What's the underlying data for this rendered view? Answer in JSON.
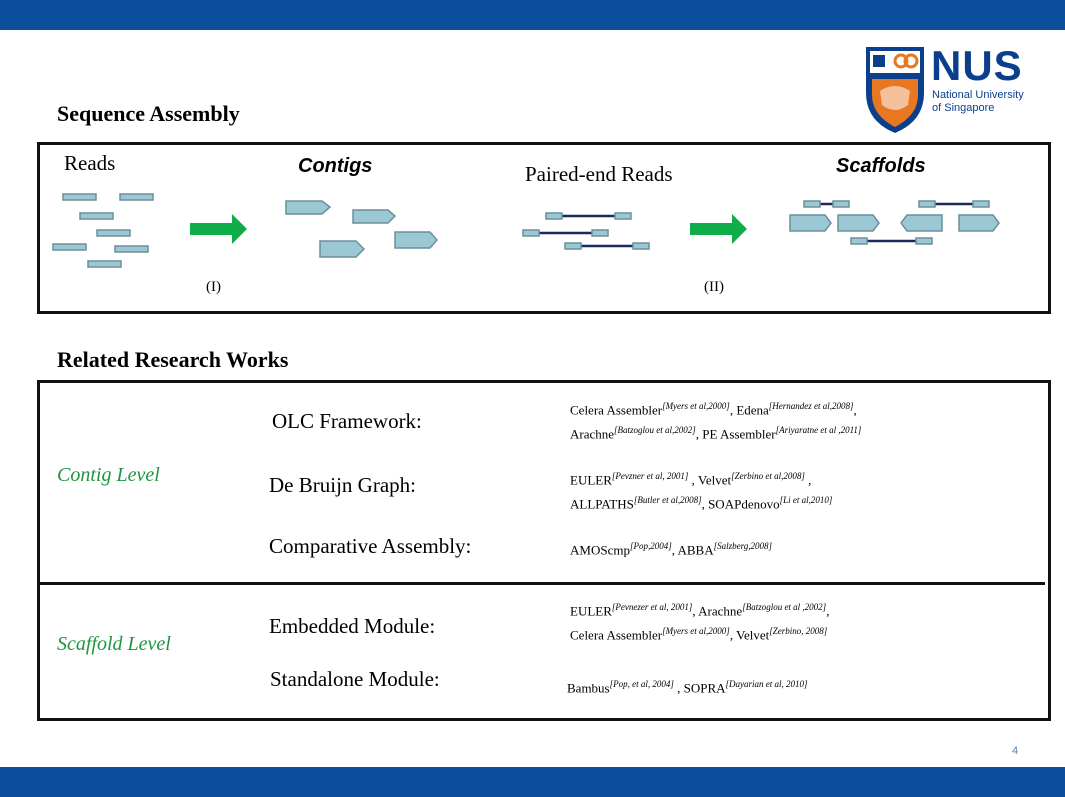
{
  "header": {
    "title": "Sequence Assembly"
  },
  "logo": {
    "name": "NUS",
    "subtitle_line1": "National University",
    "subtitle_line2": "of Singapore"
  },
  "diagram": {
    "reads_label": "Reads",
    "contigs_label": "Contigs",
    "paired_label": "Paired-end Reads",
    "scaffolds_label": "Scaffolds",
    "step1": "(I)",
    "step2": "(II)"
  },
  "related": {
    "title": "Related Research Works",
    "contig_level": "Contig Level",
    "scaffold_level": "Scaffold Level",
    "rows": [
      {
        "method": "OLC Framework:",
        "line1": [
          {
            "t": "Celera Assembler"
          },
          {
            "sup": "[Myers et al,2000]"
          },
          {
            "t": ", Edena"
          },
          {
            "sup": "[Hernandez et al,2008]"
          },
          {
            "t": ","
          }
        ],
        "line2": [
          {
            "t": "Arachne"
          },
          {
            "sup": "[Batzoglou et al,2002]"
          },
          {
            "t": ", PE Assembler"
          },
          {
            "sup": "[Ariyaratne et al ,2011]"
          }
        ]
      },
      {
        "method": "De Bruijn Graph:",
        "line1": [
          {
            "t": "EULER"
          },
          {
            "sup": "[Pevzner et al, 2001]"
          },
          {
            "t": " , Velvet"
          },
          {
            "sup": "[Zerbino et al,2008]"
          },
          {
            "t": " ,"
          }
        ],
        "line2": [
          {
            "t": "ALLPATHS"
          },
          {
            "sup": "[Butler et al,2008]"
          },
          {
            "t": ", SOAPdenovo"
          },
          {
            "sup": "[Li et al,2010]"
          }
        ]
      },
      {
        "method": "Comparative Assembly:",
        "line1": [
          {
            "t": "AMOScmp"
          },
          {
            "sup": "[Pop,2004]"
          },
          {
            "t": ", ABBA"
          },
          {
            "sup": "[Salzberg,2008]"
          }
        ],
        "line2": []
      },
      {
        "method": "Embedded Module:",
        "line1": [
          {
            "t": "EULER"
          },
          {
            "sup": "[Pevnezer et al, 2001]"
          },
          {
            "t": ", Arachne"
          },
          {
            "sup": "[Batzoglou et al ,2002]"
          },
          {
            "t": ","
          }
        ],
        "line2": [
          {
            "t": "Celera Assembler"
          },
          {
            "sup": "[Myers et al,2000]"
          },
          {
            "t": ", Velvet"
          },
          {
            "sup": "[Zerbino, 2008]"
          }
        ]
      },
      {
        "method": "Standalone Module:",
        "line1": [
          {
            "t": "Bambus"
          },
          {
            "sup": "[Pop, et al, 2004]"
          },
          {
            "t": " , SOPRA"
          },
          {
            "sup": "[Dayarian et al, 2010]"
          }
        ],
        "line2": []
      }
    ]
  },
  "footer": {
    "page": "4"
  },
  "colors": {
    "brand_blue": "#0b4f9c",
    "arrow_green": "#0fac4a",
    "level_green": "#1e9640",
    "read_fill": "#9cc7d4",
    "read_stroke": "#6b8f9b",
    "link_navy": "#1b2a5c"
  }
}
